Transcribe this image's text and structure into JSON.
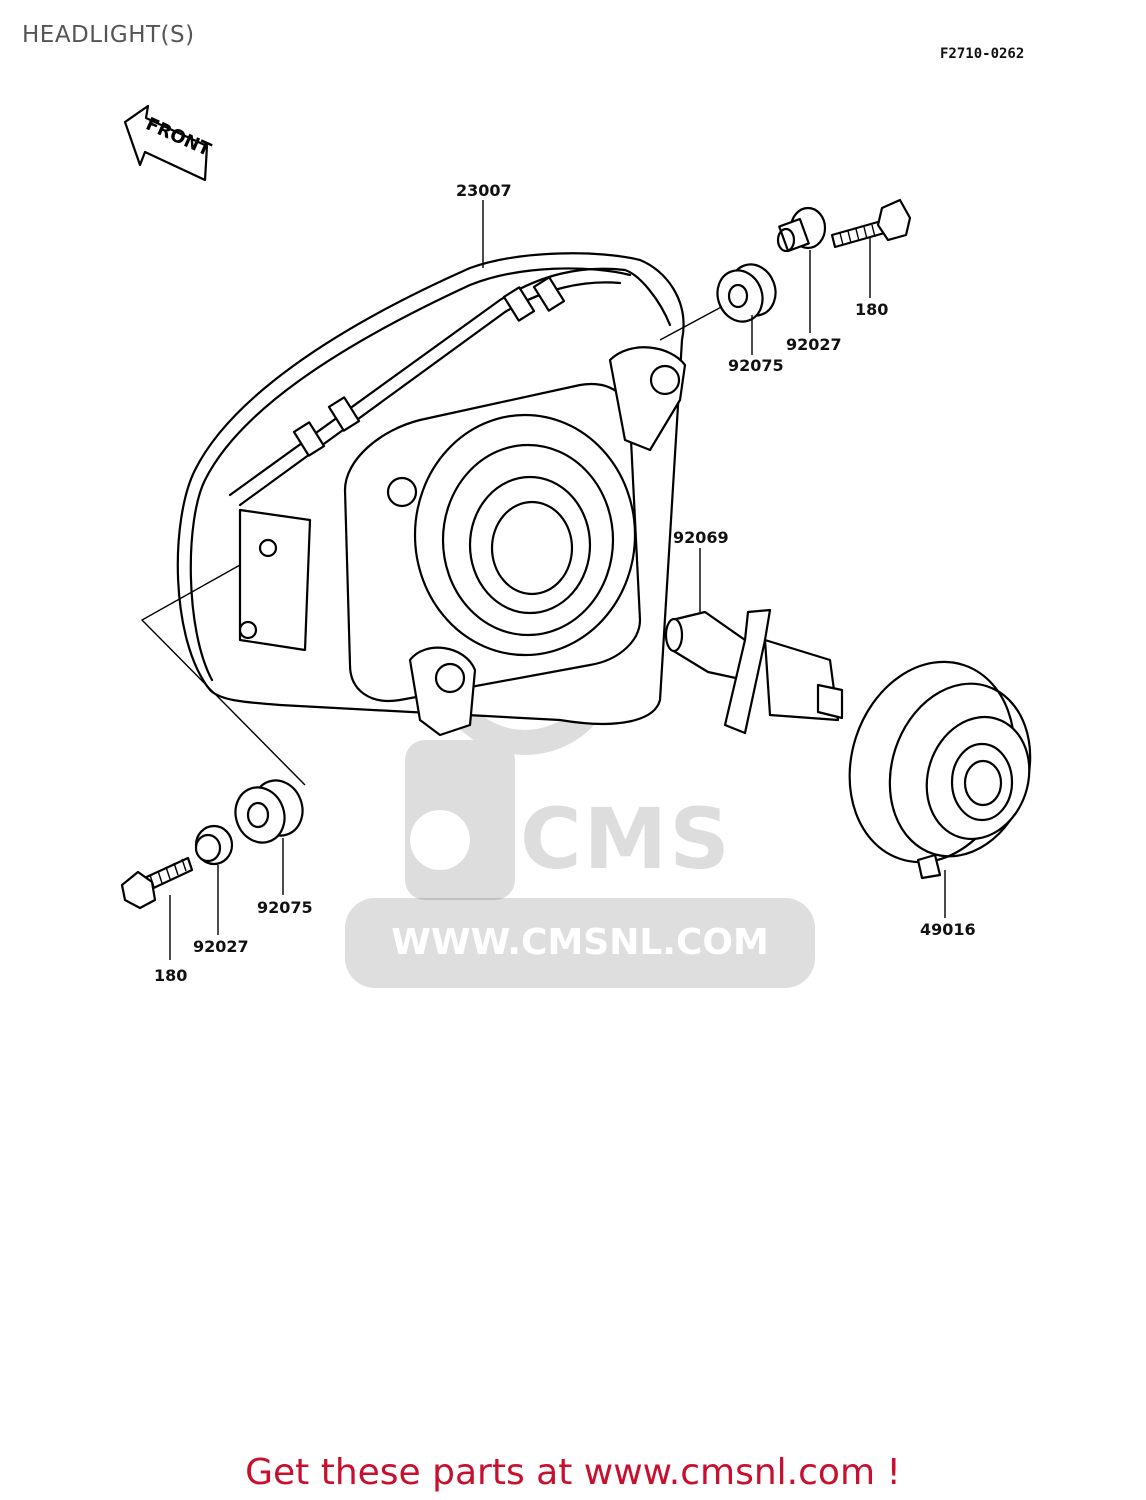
{
  "title": "HEADLIGHT(S)",
  "diagram_code": "F2710-0262",
  "front_arrow_text": "FRONT",
  "parts": [
    {
      "id": "housing",
      "number": "23007"
    },
    {
      "id": "grommet-top",
      "number": "92075"
    },
    {
      "id": "collar-top",
      "number": "92027"
    },
    {
      "id": "bolt-top",
      "number": "180"
    },
    {
      "id": "bulb",
      "number": "92069"
    },
    {
      "id": "dust-cover",
      "number": "49016"
    },
    {
      "id": "grommet-bottom",
      "number": "92075"
    },
    {
      "id": "collar-bottom",
      "number": "92027"
    },
    {
      "id": "bolt-bottom",
      "number": "180"
    }
  ],
  "watermark": {
    "brand": "CMS",
    "url": "WWW.CMSNL.COM"
  },
  "footer": {
    "cta": "Get these parts at www.cmsnl.com !"
  },
  "colors": {
    "title": "#555555",
    "cta": "#c8102e"
  }
}
